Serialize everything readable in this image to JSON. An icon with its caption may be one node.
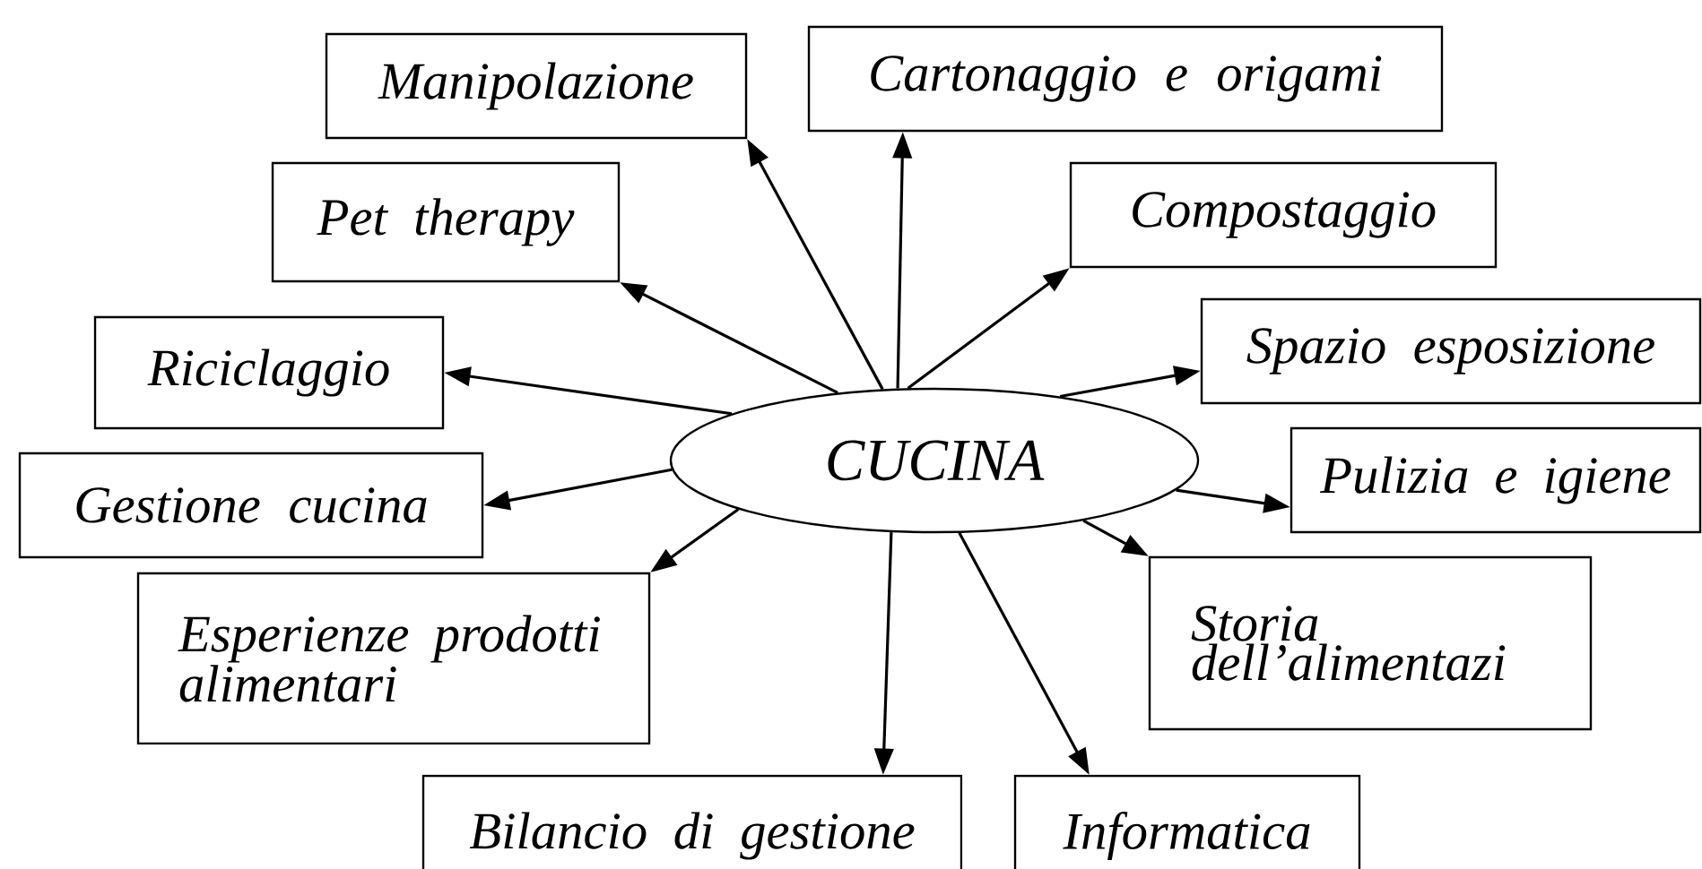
{
  "diagram": {
    "nodes": [
      {
        "text": [
          "CUCINA"
        ]
      },
      {
        "text": [
          "Manipolazione"
        ]
      },
      {
        "text": [
          "Cartonaggio e origami"
        ]
      },
      {
        "text": [
          "Pet therapy"
        ]
      },
      {
        "text": [
          "Compostaggio"
        ]
      },
      {
        "text": [
          "Riciclaggio"
        ]
      },
      {
        "text": [
          "Spazio esposizione"
        ]
      },
      {
        "text": [
          "Gestione cucina"
        ]
      },
      {
        "text": [
          "Pulizia e igiene"
        ]
      },
      {
        "text": [
          "Esperienze prodotti alimentari"
        ]
      },
      {
        "text": [
          "Storia dell’alimentazi"
        ]
      },
      {
        "text": [
          "Bilancio di gestione"
        ]
      },
      {
        "text": [
          "Informatica"
        ]
      }
    ],
    "edges": [
      {
        "from": 0,
        "to": 1,
        "arrow": "to"
      },
      {
        "from": 0,
        "to": 2,
        "arrow": "to"
      },
      {
        "from": 0,
        "to": 3,
        "arrow": "to"
      },
      {
        "from": 0,
        "to": 4,
        "arrow": "to"
      },
      {
        "from": 0,
        "to": 5,
        "arrow": "to"
      },
      {
        "from": 0,
        "to": 6,
        "arrow": "to"
      },
      {
        "from": 0,
        "to": 7,
        "arrow": "to"
      },
      {
        "from": 0,
        "to": 8,
        "arrow": "to"
      },
      {
        "from": 0,
        "to": 9,
        "arrow": "to"
      },
      {
        "from": 0,
        "to": 10,
        "arrow": "to"
      },
      {
        "from": 0,
        "to": 11,
        "arrow": "to"
      },
      {
        "from": 0,
        "to": 12,
        "arrow": "to"
      }
    ]
  }
}
